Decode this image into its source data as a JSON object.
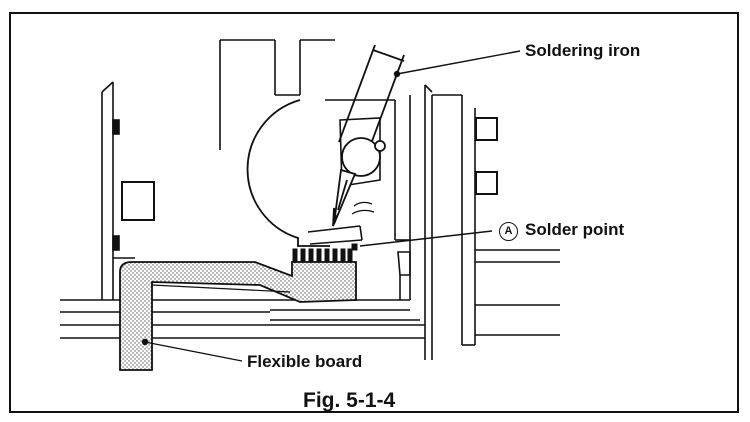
{
  "labels": {
    "soldering_iron": "Soldering iron",
    "solder_point_marker": "A",
    "solder_point": "Solder point",
    "flexible_board": "Flexible board"
  },
  "figure_caption": "Fig. 5-1-4"
}
